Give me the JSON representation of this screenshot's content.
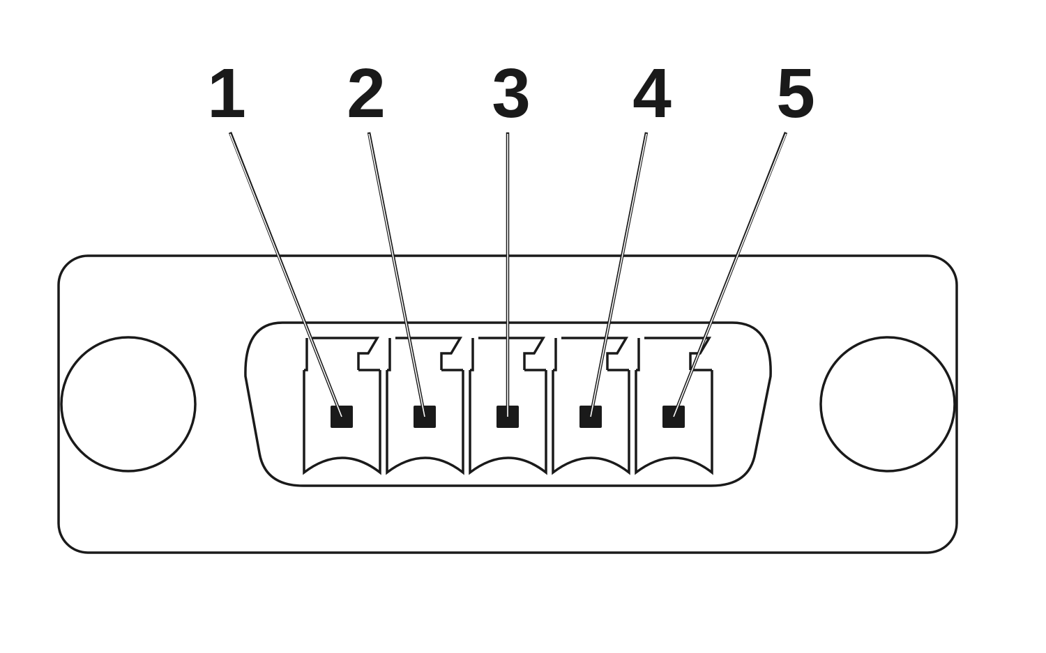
{
  "connector": {
    "pins": [
      {
        "label": "1"
      },
      {
        "label": "2"
      },
      {
        "label": "3"
      },
      {
        "label": "4"
      },
      {
        "label": "5"
      }
    ]
  },
  "colors": {
    "line": "#1a1a1a",
    "background": "#ffffff"
  }
}
